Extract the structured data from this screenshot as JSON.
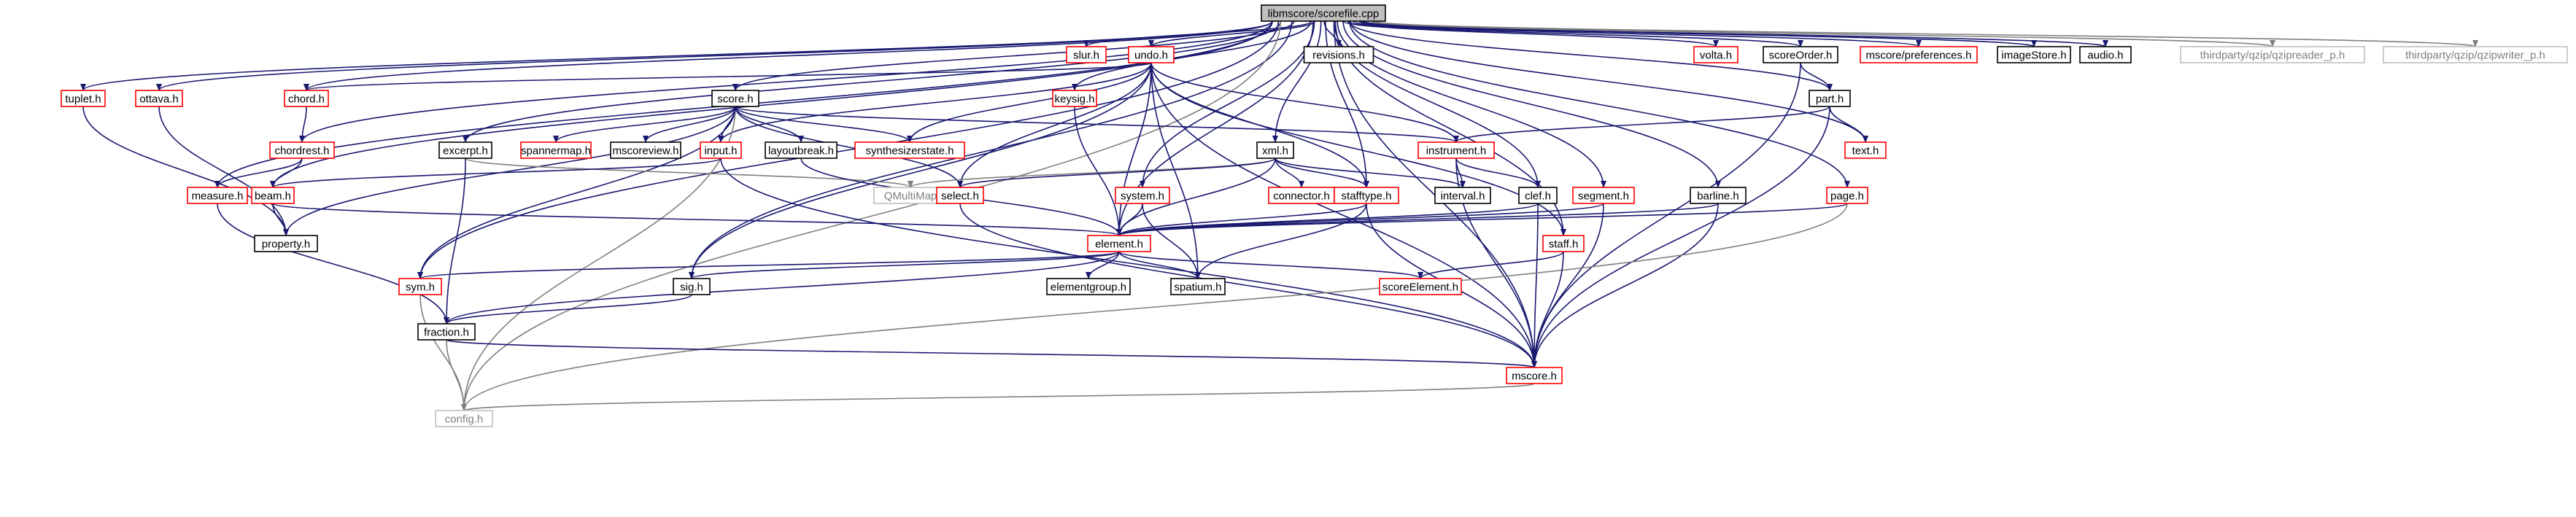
{
  "graph": {
    "colors": {
      "background": "#ffffff",
      "edge": "#191970",
      "edge_gray": "#7f7f7f",
      "node_text": "#000000",
      "node_text_gray": "#7f7f7f",
      "root_fill": "#bfbfbf",
      "border_black": "#000000",
      "border_red": "#ff0000",
      "border_gray": "#bfbfbf"
    },
    "nodes": [
      {
        "id": "root",
        "label": "libmscore/scorefile.cpp",
        "style": "root"
      },
      {
        "id": "slur",
        "label": "slur.h",
        "style": "red"
      },
      {
        "id": "undo",
        "label": "undo.h",
        "style": "red"
      },
      {
        "id": "revisions",
        "label": "revisions.h",
        "style": "black"
      },
      {
        "id": "volta",
        "label": "volta.h",
        "style": "red"
      },
      {
        "id": "scoreorder",
        "label": "scoreOrder.h",
        "style": "black"
      },
      {
        "id": "preferences",
        "label": "mscore/preferences.h",
        "style": "red"
      },
      {
        "id": "imagestore",
        "label": "imageStore.h",
        "style": "black"
      },
      {
        "id": "audio",
        "label": "audio.h",
        "style": "black"
      },
      {
        "id": "qzipreader",
        "label": "thirdparty/qzip/qzipreader_p.h",
        "style": "gray"
      },
      {
        "id": "qzipwriter",
        "label": "thirdparty/qzip/qzipwriter_p.h",
        "style": "gray"
      },
      {
        "id": "tuplet",
        "label": "tuplet.h",
        "style": "red"
      },
      {
        "id": "ottava",
        "label": "ottava.h",
        "style": "red"
      },
      {
        "id": "chord",
        "label": "chord.h",
        "style": "red"
      },
      {
        "id": "score",
        "label": "score.h",
        "style": "black"
      },
      {
        "id": "keysig",
        "label": "keysig.h",
        "style": "red"
      },
      {
        "id": "part",
        "label": "part.h",
        "style": "black"
      },
      {
        "id": "chordrest",
        "label": "chordrest.h",
        "style": "red"
      },
      {
        "id": "excerpt",
        "label": "excerpt.h",
        "style": "black"
      },
      {
        "id": "spannermap",
        "label": "spannermap.h",
        "style": "red"
      },
      {
        "id": "mscoreview",
        "label": "mscoreview.h",
        "style": "black"
      },
      {
        "id": "input",
        "label": "input.h",
        "style": "red"
      },
      {
        "id": "layoutbreak",
        "label": "layoutbreak.h",
        "style": "black"
      },
      {
        "id": "synthstate",
        "label": "synthesizerstate.h",
        "style": "red"
      },
      {
        "id": "xml",
        "label": "xml.h",
        "style": "black"
      },
      {
        "id": "instrument",
        "label": "instrument.h",
        "style": "red"
      },
      {
        "id": "text",
        "label": "text.h",
        "style": "red"
      },
      {
        "id": "measure",
        "label": "measure.h",
        "style": "red"
      },
      {
        "id": "beam",
        "label": "beam.h",
        "style": "red"
      },
      {
        "id": "qmultimap",
        "label": "QMultiMap",
        "style": "gray"
      },
      {
        "id": "select",
        "label": "select.h",
        "style": "red"
      },
      {
        "id": "system",
        "label": "system.h",
        "style": "red"
      },
      {
        "id": "connector",
        "label": "connector.h",
        "style": "red"
      },
      {
        "id": "stafftype",
        "label": "stafftype.h",
        "style": "red"
      },
      {
        "id": "interval",
        "label": "interval.h",
        "style": "black"
      },
      {
        "id": "clef",
        "label": "clef.h",
        "style": "black"
      },
      {
        "id": "segment",
        "label": "segment.h",
        "style": "red"
      },
      {
        "id": "barline",
        "label": "barline.h",
        "style": "black"
      },
      {
        "id": "page",
        "label": "page.h",
        "style": "red"
      },
      {
        "id": "property",
        "label": "property.h",
        "style": "black"
      },
      {
        "id": "element",
        "label": "element.h",
        "style": "red"
      },
      {
        "id": "staff",
        "label": "staff.h",
        "style": "red"
      },
      {
        "id": "sym",
        "label": "sym.h",
        "style": "red"
      },
      {
        "id": "sig",
        "label": "sig.h",
        "style": "black"
      },
      {
        "id": "elementgroup",
        "label": "elementgroup.h",
        "style": "black"
      },
      {
        "id": "spatium",
        "label": "spatium.h",
        "style": "black"
      },
      {
        "id": "scoreelement",
        "label": "scoreElement.h",
        "style": "red"
      },
      {
        "id": "fraction",
        "label": "fraction.h",
        "style": "black"
      },
      {
        "id": "mscore",
        "label": "mscore.h",
        "style": "red"
      },
      {
        "id": "config",
        "label": "config.h",
        "style": "gray"
      }
    ],
    "edges": [
      [
        "root",
        "slur"
      ],
      [
        "root",
        "undo"
      ],
      [
        "root",
        "revisions"
      ],
      [
        "root",
        "volta"
      ],
      [
        "root",
        "scoreorder"
      ],
      [
        "root",
        "preferences"
      ],
      [
        "root",
        "imagestore"
      ],
      [
        "root",
        "audio"
      ],
      [
        "root",
        "qzipreader"
      ],
      [
        "root",
        "qzipwriter"
      ],
      [
        "root",
        "tuplet"
      ],
      [
        "root",
        "ottava"
      ],
      [
        "root",
        "chord"
      ],
      [
        "root",
        "score"
      ],
      [
        "root",
        "keysig"
      ],
      [
        "root",
        "chordrest"
      ],
      [
        "root",
        "excerpt"
      ],
      [
        "root",
        "xml"
      ],
      [
        "root",
        "text"
      ],
      [
        "root",
        "measure"
      ],
      [
        "root",
        "beam"
      ],
      [
        "root",
        "sym"
      ],
      [
        "root",
        "sig"
      ],
      [
        "root",
        "system"
      ],
      [
        "root",
        "stafftype"
      ],
      [
        "root",
        "clef"
      ],
      [
        "root",
        "segment"
      ],
      [
        "root",
        "barline"
      ],
      [
        "root",
        "page"
      ],
      [
        "root",
        "staff"
      ],
      [
        "root",
        "element"
      ],
      [
        "root",
        "mscore"
      ],
      [
        "root",
        "config"
      ],
      [
        "root",
        "part"
      ],
      [
        "undo",
        "chord"
      ],
      [
        "undo",
        "input"
      ],
      [
        "undo",
        "synthstate"
      ],
      [
        "undo",
        "instrument"
      ],
      [
        "undo",
        "select"
      ],
      [
        "undo",
        "stafftype"
      ],
      [
        "undo",
        "staff"
      ],
      [
        "undo",
        "sig"
      ],
      [
        "undo",
        "spatium"
      ],
      [
        "undo",
        "mscore"
      ],
      [
        "undo",
        "element"
      ],
      [
        "chord",
        "chordrest"
      ],
      [
        "chordrest",
        "measure"
      ],
      [
        "chordrest",
        "beam"
      ],
      [
        "score",
        "spannermap"
      ],
      [
        "score",
        "mscoreview"
      ],
      [
        "score",
        "input"
      ],
      [
        "score",
        "layoutbreak"
      ],
      [
        "score",
        "synthstate"
      ],
      [
        "score",
        "instrument"
      ],
      [
        "score",
        "property"
      ],
      [
        "score",
        "config"
      ],
      [
        "score",
        "sym"
      ],
      [
        "score",
        "select"
      ],
      [
        "keysig",
        "element"
      ],
      [
        "part",
        "instrument"
      ],
      [
        "part",
        "text"
      ],
      [
        "part",
        "mscore"
      ],
      [
        "scoreorder",
        "part"
      ],
      [
        "scoreorder",
        "mscore"
      ],
      [
        "tuplet",
        "property"
      ],
      [
        "ottava",
        "property"
      ],
      [
        "excerpt",
        "qmultimap"
      ],
      [
        "excerpt",
        "fraction"
      ],
      [
        "input",
        "beam"
      ],
      [
        "input",
        "mscore"
      ],
      [
        "layoutbreak",
        "element"
      ],
      [
        "xml",
        "qmultimap"
      ],
      [
        "xml",
        "select"
      ],
      [
        "xml",
        "connector"
      ],
      [
        "xml",
        "stafftype"
      ],
      [
        "xml",
        "interval"
      ],
      [
        "xml",
        "element"
      ],
      [
        "instrument",
        "interval"
      ],
      [
        "instrument",
        "clef"
      ],
      [
        "instrument",
        "mscore"
      ],
      [
        "measure",
        "fraction"
      ],
      [
        "beam",
        "property"
      ],
      [
        "beam",
        "element"
      ],
      [
        "select",
        "mscore"
      ],
      [
        "system",
        "element"
      ],
      [
        "system",
        "spatium"
      ],
      [
        "stafftype",
        "element"
      ],
      [
        "stafftype",
        "spatium"
      ],
      [
        "stafftype",
        "mscore"
      ],
      [
        "clef",
        "element"
      ],
      [
        "clef",
        "mscore"
      ],
      [
        "segment",
        "element"
      ],
      [
        "segment",
        "mscore"
      ],
      [
        "barline",
        "element"
      ],
      [
        "barline",
        "mscore"
      ],
      [
        "page",
        "element"
      ],
      [
        "page",
        "config"
      ],
      [
        "element",
        "sym"
      ],
      [
        "element",
        "sig"
      ],
      [
        "element",
        "elementgroup"
      ],
      [
        "element",
        "spatium"
      ],
      [
        "element",
        "scoreelement"
      ],
      [
        "element",
        "fraction"
      ],
      [
        "staff",
        "scoreelement"
      ],
      [
        "staff",
        "mscore"
      ],
      [
        "sym",
        "config"
      ],
      [
        "sig",
        "fraction"
      ],
      [
        "fraction",
        "mscore"
      ],
      [
        "fraction",
        "config"
      ],
      [
        "mscore",
        "config"
      ]
    ]
  }
}
